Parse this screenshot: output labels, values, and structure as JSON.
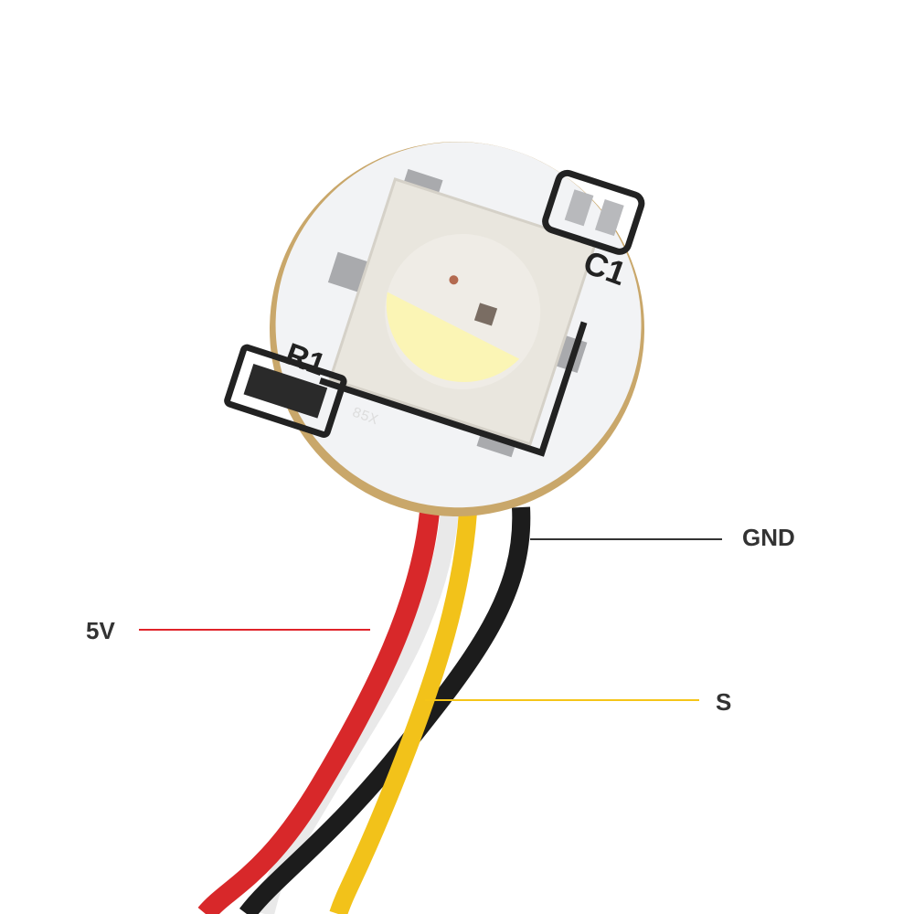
{
  "labels": {
    "gnd": "GND",
    "vcc": "5V",
    "signal": "S"
  },
  "silkscreen": {
    "capacitor": "C1",
    "resistor": "R1",
    "resistor_code": "85X"
  },
  "colors": {
    "gnd_line": "#333333",
    "vcc_line": "#e0242a",
    "signal_line": "#f5c518",
    "pcb": "#f2f3f5",
    "wire_red": "#d8282a",
    "wire_yellow": "#f2c21a",
    "wire_black": "#1c1c1c",
    "wire_white": "#f8f8f8"
  }
}
